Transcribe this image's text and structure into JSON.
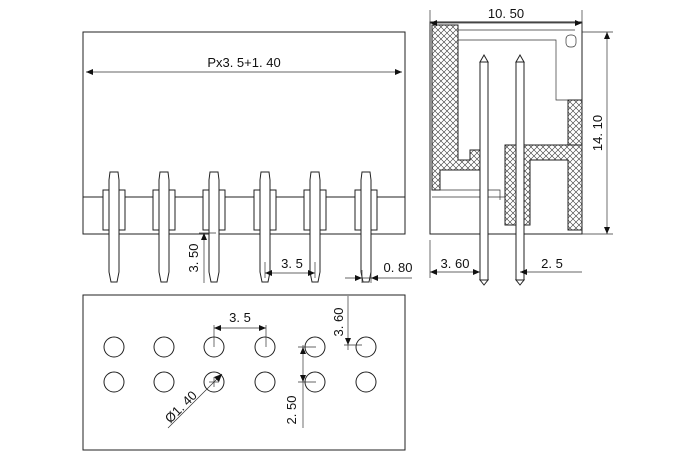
{
  "dimensions": {
    "pitch_formula": "Px3. 5+1. 40",
    "pin_length": "3. 50",
    "pin_pitch_front": "3. 5",
    "pin_width": "0. 80",
    "body_width": "10. 50",
    "body_height": "14. 10",
    "side_offset": "3. 60",
    "side_pitch": "2. 5",
    "hole_pitch": "3. 5",
    "row_offset": "3. 60",
    "row_pitch": "2. 50",
    "hole_diameter": "Ø1. 40"
  }
}
